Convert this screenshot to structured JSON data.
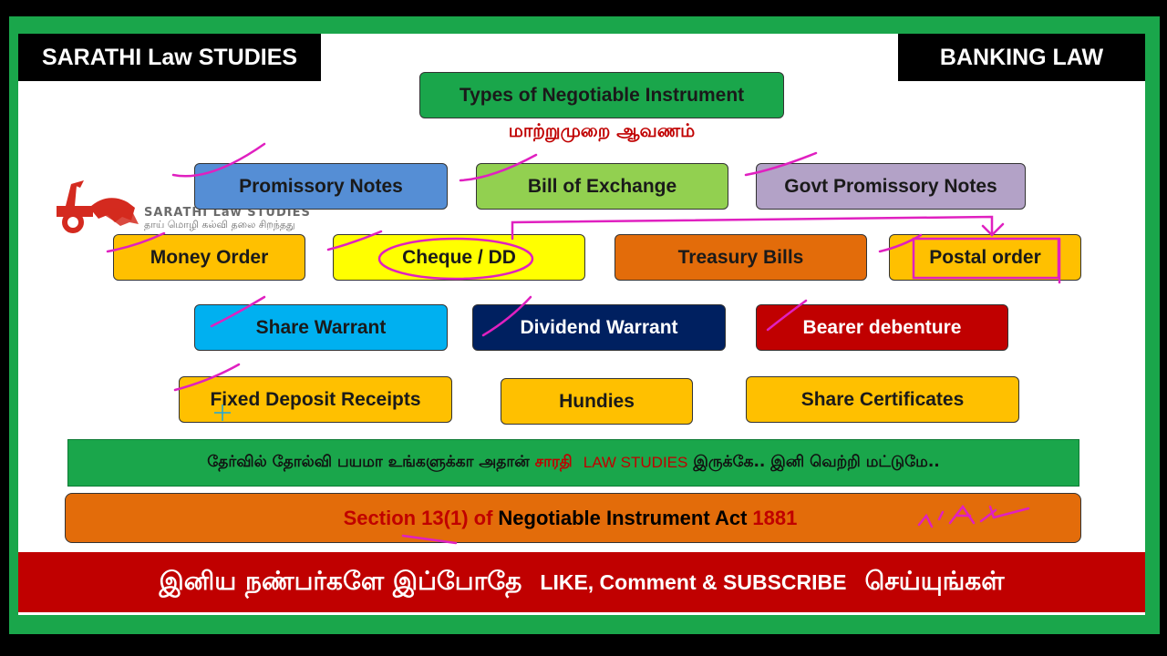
{
  "header": {
    "left_title": "SARATHI Law STUDIES",
    "right_title": "BANKING LAW"
  },
  "main": {
    "title": "Types of Negotiable Instrument",
    "tamil_subtitle": "மாற்றுமுறை ஆவணம்"
  },
  "logo": {
    "name": "SARATHI Law STUDIES",
    "tagline": "தாய் மொழி கல்வி தலை சிறந்தது"
  },
  "instruments": {
    "promissory_notes": "Promissory Notes",
    "bill_of_exchange": "Bill of Exchange",
    "govt_promissory_notes": "Govt Promissory Notes",
    "money_order": "Money Order",
    "cheque_dd": "Cheque / DD",
    "treasury_bills": "Treasury Bills",
    "postal_order": "Postal order",
    "share_warrant": "Share Warrant",
    "dividend_warrant": "Dividend Warrant",
    "bearer_debenture": "Bearer debenture",
    "fixed_deposit_receipts": "Fixed Deposit Receipts",
    "hundies": "Hundies",
    "share_certificates": "Share Certificates"
  },
  "banner": {
    "part1": "தேர்வில் தோல்வி பயமா உங்களுக்கா அதான்",
    "highlight1": "சாரதி",
    "highlight2": "LAW STUDIES",
    "part2": "இருக்கே..  இனி வெற்றி மட்டுமே.."
  },
  "section": {
    "ref": "Section 13(1) of",
    "act": "Negotiable Instrument  Act",
    "year": "1881"
  },
  "footer": {
    "tamil1": "இனிய நண்பர்களே இப்போதே",
    "english": "LIKE, Comment & SUBSCRIBE",
    "tamil2": "செய்யுங்கள்"
  },
  "colors": {
    "frame_green": "#1aa64b",
    "footer_red": "#c00000",
    "ink_pink": "#e020c0"
  }
}
